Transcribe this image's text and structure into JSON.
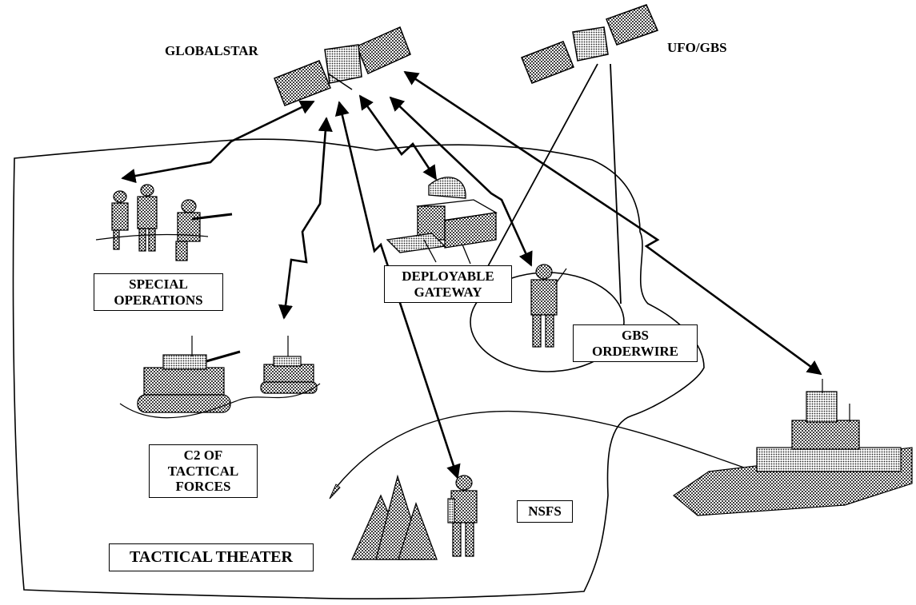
{
  "satellites": {
    "globalstar": {
      "label": "GLOBALSTAR"
    },
    "ufo_gbs": {
      "label": "UFO/GBS"
    }
  },
  "units": {
    "special_operations": {
      "line1": "SPECIAL",
      "line2": "OPERATIONS"
    },
    "c2_tactical": {
      "line1": "C2 OF",
      "line2": "TACTICAL",
      "line3": "FORCES"
    },
    "gateway": {
      "line1": "DEPLOYABLE",
      "line2": "GATEWAY"
    },
    "gbs_orderwire": {
      "line1": "GBS",
      "line2": "ORDERWIRE"
    },
    "nsfs": {
      "label": "NSFS"
    },
    "theater": {
      "label": "TACTICAL THEATER"
    }
  },
  "colors": {
    "ink": "#000000",
    "paper": "#ffffff",
    "halftone": "#6a6a6a"
  }
}
